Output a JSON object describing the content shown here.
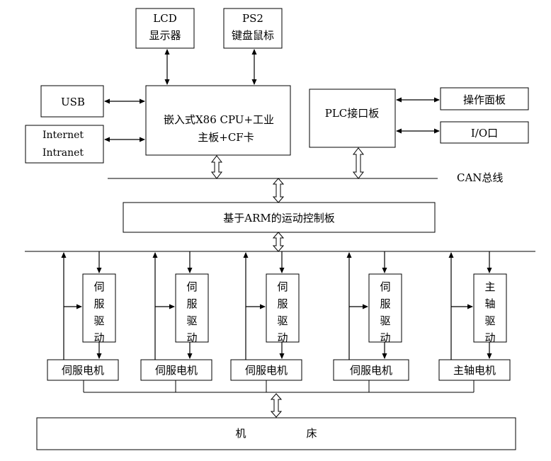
{
  "blocks": {
    "lcd": [
      "LCD",
      "显示器"
    ],
    "ps2": [
      "PS2",
      "键盘鼠标"
    ],
    "usb": "USB",
    "internet": [
      "Internet",
      "Intranet"
    ],
    "cpu": [
      "嵌入式X86 CPU+工业",
      "主板+CF卡"
    ],
    "plc": "PLC接口板",
    "panel": "操作面板",
    "io": "I/O口",
    "can_bus": "CAN总线",
    "arm": "基于ARM的运动控制板",
    "drives": [
      [
        "伺",
        "服",
        "驱",
        "动"
      ],
      [
        "伺",
        "服",
        "驱",
        "动"
      ],
      [
        "伺",
        "服",
        "驱",
        "动"
      ],
      [
        "伺",
        "服",
        "驱",
        "动"
      ],
      [
        "主",
        "轴",
        "驱",
        "动"
      ]
    ],
    "motors": [
      "伺服电机",
      "伺服电机",
      "伺服电机",
      "伺服电机",
      "主轴电机"
    ],
    "machine": [
      "机",
      "床"
    ]
  }
}
